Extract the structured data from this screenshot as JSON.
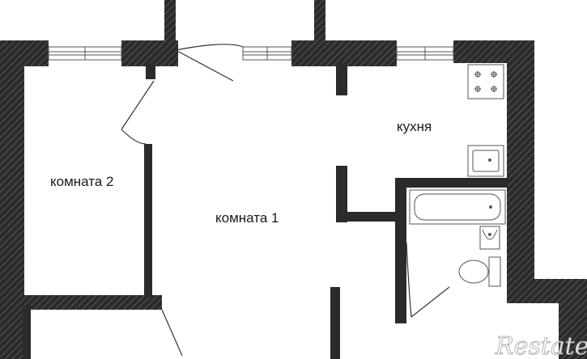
{
  "plan": {
    "rooms": [
      {
        "id": "room-2",
        "label": "комната 2"
      },
      {
        "id": "room-1",
        "label": "комната 1"
      },
      {
        "id": "kitchen",
        "label": "кухня"
      }
    ],
    "watermark": "Restate",
    "colors": {
      "wall": "#2b2b2b",
      "hatch": "#6a6a6a",
      "fixture": "#555555",
      "background": "#ffffff"
    }
  }
}
